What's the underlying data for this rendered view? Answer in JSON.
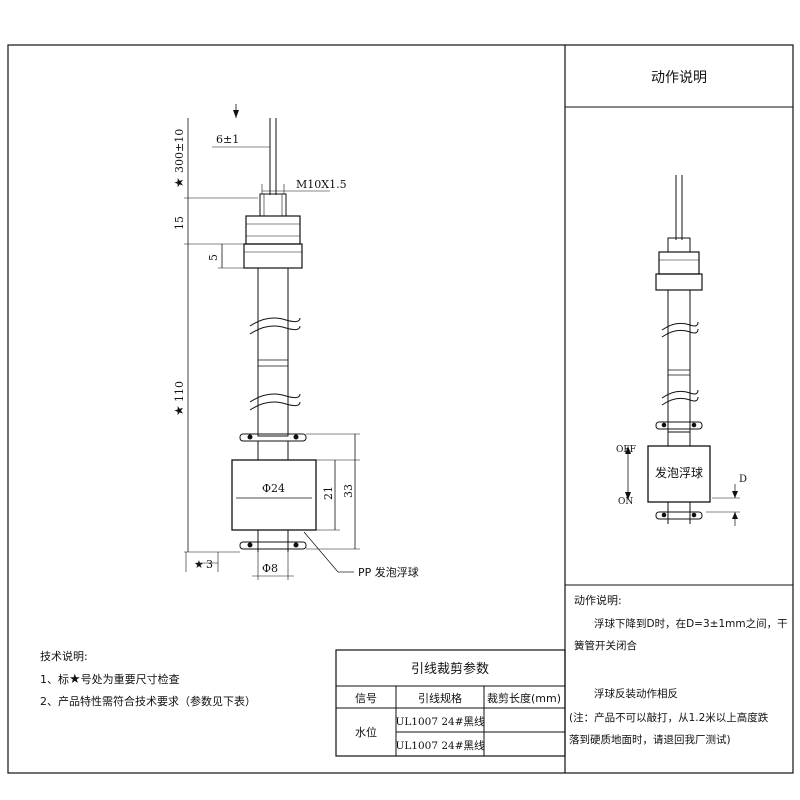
{
  "dims": {
    "lead_length": "300±10",
    "wire_spacing": "6±1",
    "thread": "M10X1.5",
    "nut_height": "15",
    "washer": "5",
    "stem_length": "110",
    "float_diameter": "Φ24",
    "float_height": "21",
    "float_total": "33",
    "bottom_offset": "3",
    "tip_diameter": "Φ8",
    "float_material": "PP 发泡浮球",
    "star": "★"
  },
  "action": {
    "title": "动作说明",
    "off": "OFF",
    "on": "ON",
    "d": "D",
    "float_label": "发泡浮球",
    "desc_title": "动作说明:",
    "desc1a": "浮球下降到D时，在D=3±1mm之间，干",
    "desc1b": "簧管开关闭合",
    "desc2": "浮球反装动作相反",
    "note1": "(注：产品不可以敲打，从1.2米以上高度跌",
    "note2": "落到硬质地面时，请退回我厂测试)"
  },
  "tech": {
    "title": "技术说明:",
    "item1_pre": "1、标",
    "item1_star": "★",
    "item1_post": "号处为重要尺寸检查",
    "item2": "2、产品特性需符合技术要求（参数见下表）"
  },
  "table": {
    "title": "引线裁剪参数",
    "headers": [
      "信号",
      "引线规格",
      "裁剪长度(mm)"
    ],
    "signal": "水位",
    "rows": [
      {
        "spec": "UL1007 24#黑线",
        "length": ""
      },
      {
        "spec": "UL1007 24#黑线",
        "length": ""
      }
    ]
  }
}
